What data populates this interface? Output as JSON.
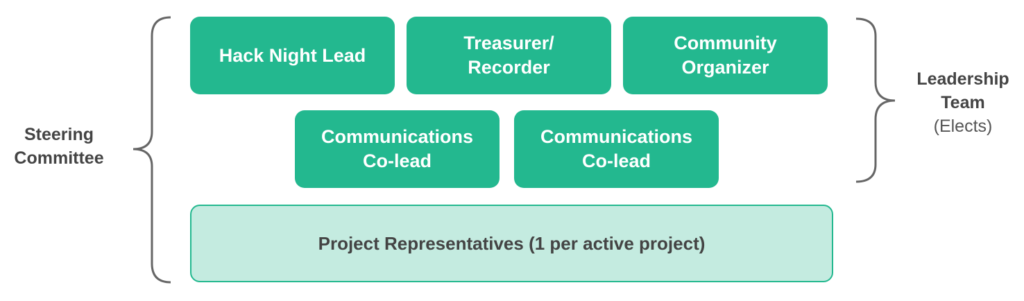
{
  "steering": {
    "line1": "Steering",
    "line2": "Committee"
  },
  "leadership": {
    "line1": "Leadership",
    "line2": "Team",
    "note": "(Elects)"
  },
  "roles": [
    {
      "line1": "Hack Night Lead",
      "line2": ""
    },
    {
      "line1": "Treasurer/",
      "line2": "Recorder"
    },
    {
      "line1": "Community",
      "line2": "Organizer"
    },
    {
      "line1": "Communications",
      "line2": "Co-lead"
    },
    {
      "line1": "Communications",
      "line2": "Co-lead"
    }
  ],
  "project_reps": "Project Representatives (1 per active project)",
  "colors": {
    "role_fill": "#23b88f",
    "reps_fill": "#c4ebe0",
    "text_dark": "#444444",
    "brace": "#666666"
  }
}
